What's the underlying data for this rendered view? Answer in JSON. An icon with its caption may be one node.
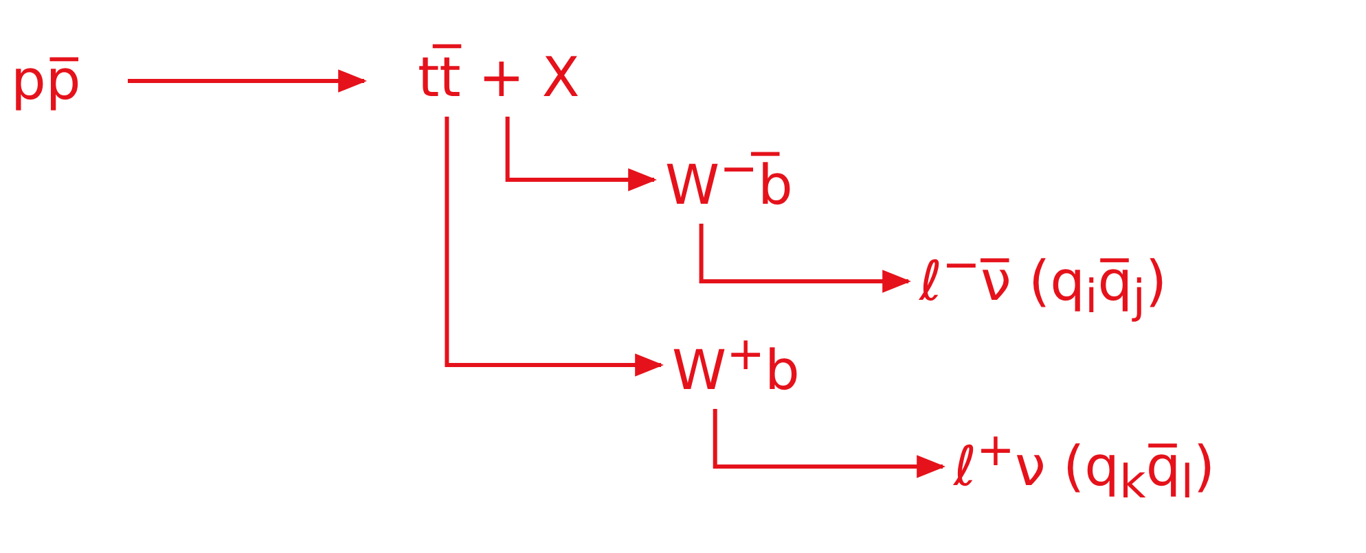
{
  "diagram": {
    "nodes": [
      {
        "text": [
          "pp̅"
        ]
      },
      {
        "text": [
          "tt̅ + X"
        ]
      },
      {
        "text": [
          "W$^{−}$b̅"
        ]
      },
      {
        "text": [
          "ℓ$^{−}$ν̅ (q$_{i}$q̅$_{j}$)"
        ]
      },
      {
        "text": [
          "W$^{+}$b"
        ]
      },
      {
        "text": [
          "ℓ$^{+}$ν (q$_{k}$q̅$_{l}$)"
        ]
      }
    ],
    "edges": [
      {
        "from": 0,
        "to": 1,
        "arrow": "to"
      },
      {
        "from": 1,
        "to": 2,
        "arrow": "to"
      },
      {
        "from": 1,
        "to": 4,
        "arrow": "to"
      },
      {
        "from": 2,
        "to": 3,
        "arrow": "to"
      },
      {
        "from": 4,
        "to": 5,
        "arrow": "to"
      }
    ]
  }
}
